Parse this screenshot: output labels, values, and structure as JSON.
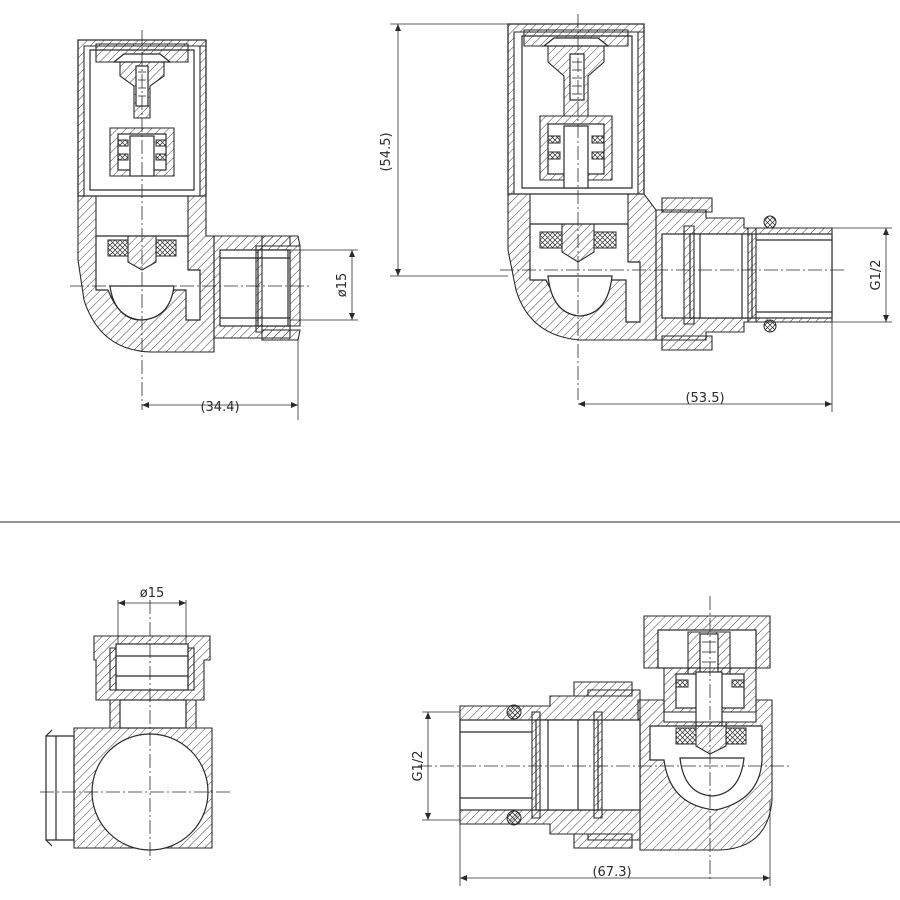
{
  "drawing": {
    "views": [
      {
        "id": "front-small",
        "dimensions": {
          "width": "(34.4)",
          "diameter": "ø15"
        }
      },
      {
        "id": "front-large",
        "dimensions": {
          "height": "(54.5)",
          "width": "(53.5)",
          "thread": "G1/2"
        }
      },
      {
        "id": "side-small",
        "dimensions": {
          "diameter": "ø15"
        }
      },
      {
        "id": "top-large",
        "dimensions": {
          "thread": "G1/2",
          "width": "(67.3)"
        }
      }
    ]
  }
}
